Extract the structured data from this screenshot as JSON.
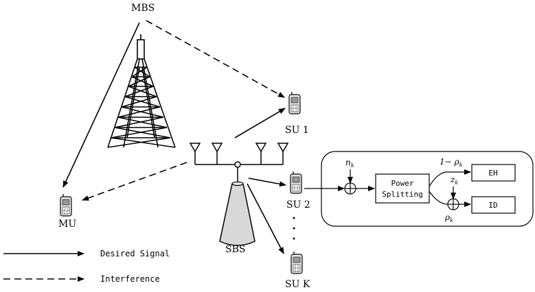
{
  "labels": {
    "mbs": "MBS",
    "su1": "SU 1",
    "su2": "SU 2",
    "suk": "SU K",
    "mu": "MU",
    "sbs": "SBS"
  },
  "receiver": {
    "noise": "n",
    "noise_sub": "k",
    "power_split_line1": "Power",
    "power_split_line2": "Splitting",
    "one_minus_rho": "1− ρ",
    "one_minus_rho_sub": "k",
    "z": "z",
    "z_sub": "k",
    "rho": "ρ",
    "rho_sub": "k",
    "eh": "EH",
    "id": "ID"
  },
  "legend": {
    "desired": "Desired Signal",
    "interference": "Interference"
  }
}
